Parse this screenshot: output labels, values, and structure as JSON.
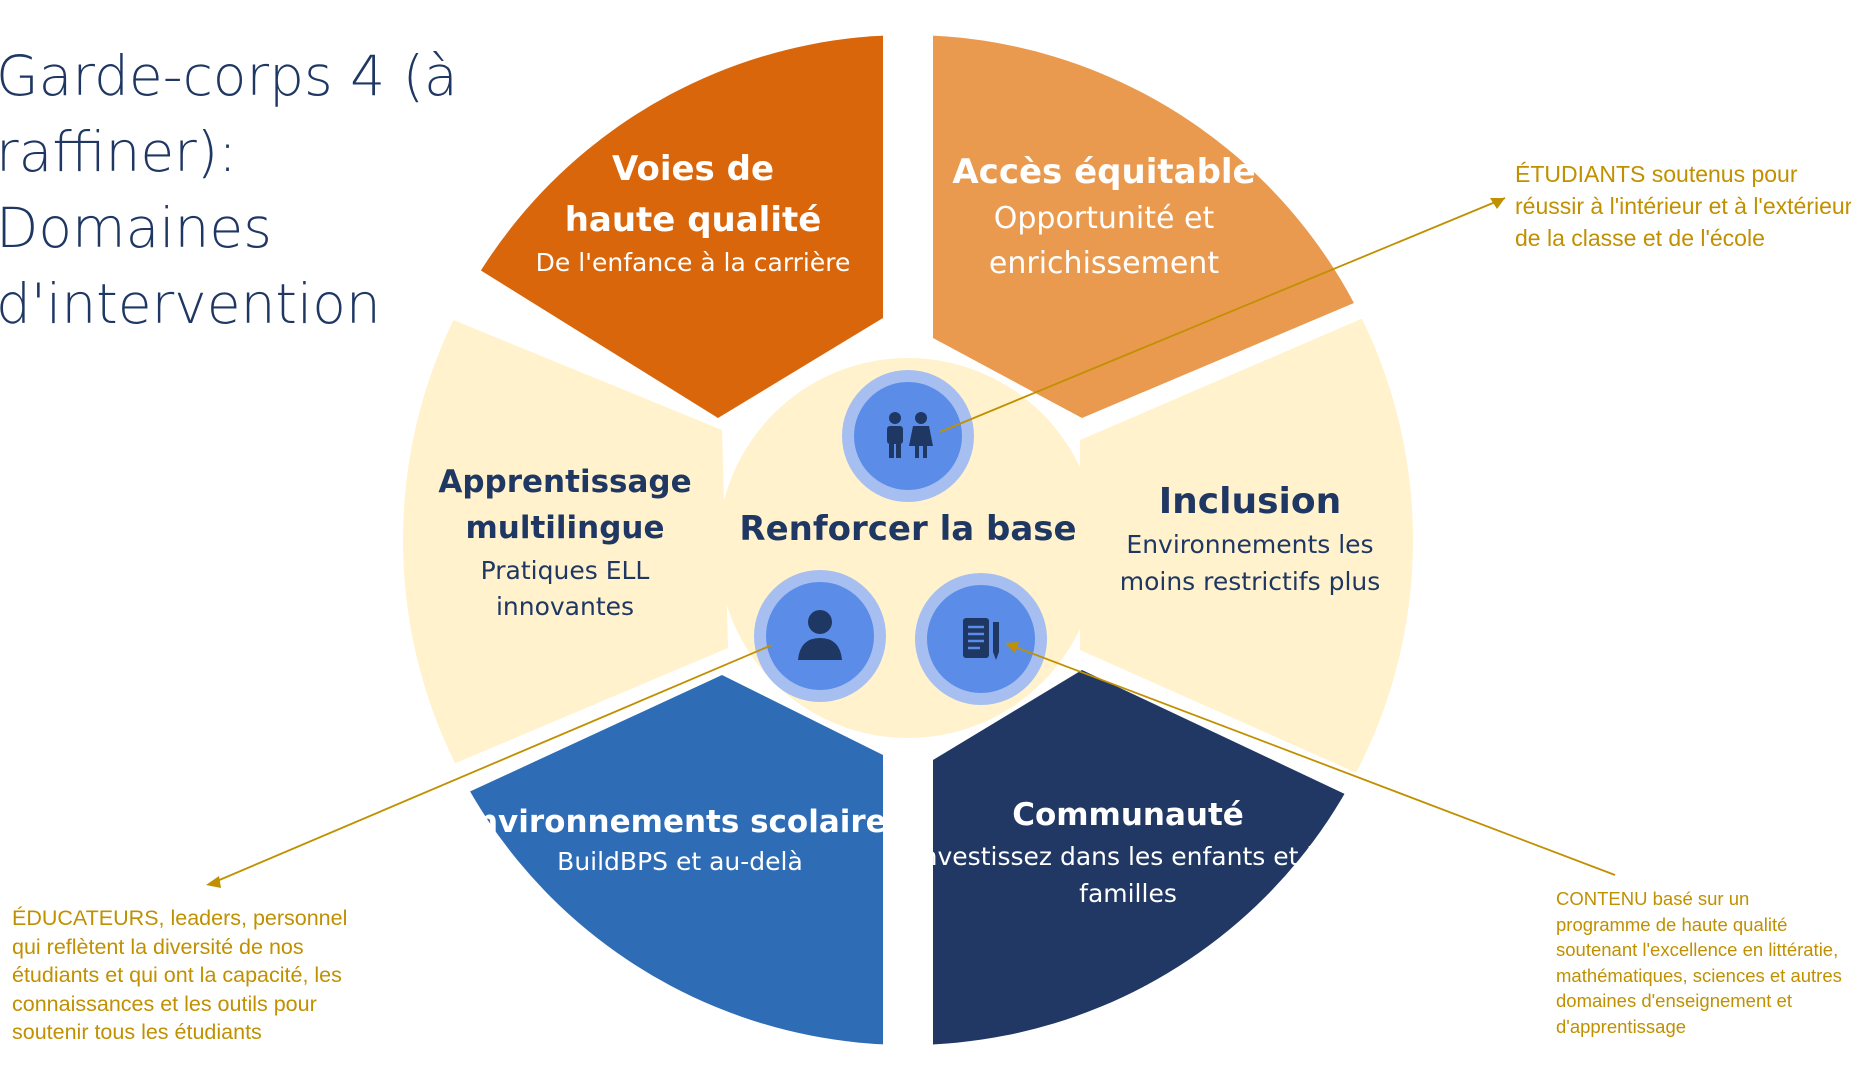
{
  "title": "Garde-corps 4 (à raffiner): Domaines d'intervention",
  "center": {
    "label": "Renforcer la base"
  },
  "segments": {
    "quality_pathways": {
      "title_line1": "Voies de",
      "title_line2": "haute qualité",
      "subtitle": "De l'enfance à la carrière",
      "color": "#d9660b"
    },
    "equitable_access": {
      "title": "Accès équitable",
      "subtitle_line1": "Opportunité et",
      "subtitle_line2": "enrichissement",
      "color": "#e99a4f"
    },
    "multilingual": {
      "title_line1": "Apprentissage",
      "title_line2": "multilingue",
      "subtitle_line1": "Pratiques ELL",
      "subtitle_line2": "innovantes",
      "color": "#fff2cc"
    },
    "inclusion": {
      "title": "Inclusion",
      "subtitle_line1": "Environnements les",
      "subtitle_line2": "moins restrictifs plus",
      "color": "#fff2cc"
    },
    "school_environments": {
      "title": "Environnements scolaires",
      "subtitle": "BuildBPS et au-delà",
      "color": "#2e6db5"
    },
    "community": {
      "title": "Communauté",
      "subtitle_line1": "Investissez dans les enfants et les",
      "subtitle_line2": "familles",
      "color": "#213864"
    }
  },
  "icons": {
    "students": "students-icon",
    "educator": "educator-icon",
    "content": "document-pencil-icon"
  },
  "callouts": {
    "students": "ÉTUDIANTS soutenus pour réussir à l'intérieur et à l'extérieur de la classe et de l'école",
    "educators": "ÉDUCATEURS, leaders, personnel qui reflètent la diversité de nos étudiants et qui ont la capacité, les connaissances et les outils pour soutenir tous les étudiants",
    "content": "CONTENU basé sur un programme de haute qualité soutenant l'excellence en littératie, mathématiques, sciences et autres domaines d'enseignement et d'apprentissage"
  },
  "colors": {
    "title": "#1f3763",
    "label_dark": "#1f3763",
    "callout": "#c09000",
    "icon_outer": "#a6bff0",
    "icon_inner": "#5b8de8",
    "icon_glyph": "#1f3763"
  }
}
